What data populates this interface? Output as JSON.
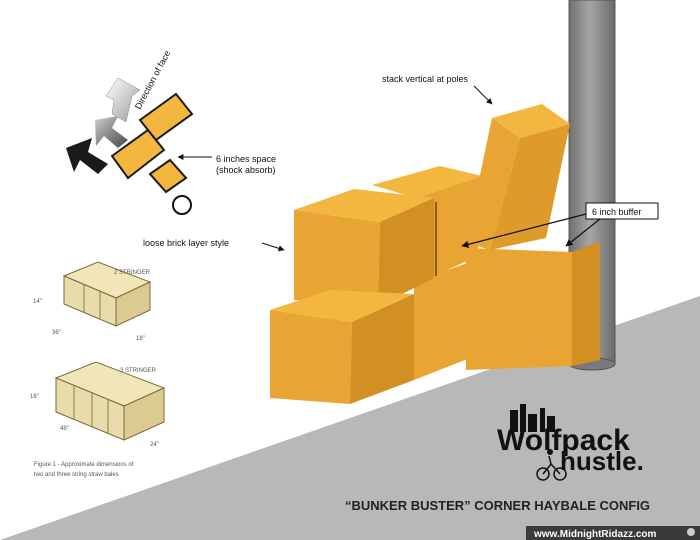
{
  "annotations": {
    "direction_of_face": "Direction of face",
    "six_inch_space_line1": "6 inches space",
    "six_inch_space_line2": "(shock absorb)",
    "stack_vertical": "stack vertical at poles",
    "six_inch_buffer": "6 inch buffer",
    "loose_brick": "loose brick layer style"
  },
  "inset": {
    "two_string_label": "2 STRINGER",
    "three_string_label": "3 STRINGER",
    "caption_line1": "Figure 1 - Approximate dimensions of",
    "caption_line2": "two and three string straw bales",
    "dim_top_height": "14\"",
    "dim_top_length": "36\"",
    "dim_top_width": "18\"",
    "dim_bottom_height": "16\"",
    "dim_bottom_length": "48\"",
    "dim_bottom_width": "24\""
  },
  "logo": {
    "word1": "Wolfpack",
    "word2": "hustle."
  },
  "title": "“BUNKER BUSTER” CORNER HAYBALE CONFIG",
  "footer_url": "www.MidnightRidazz.com",
  "colors": {
    "bale_top": "#F3B740",
    "bale_front": "#E9A533",
    "bale_side": "#D28F22",
    "bale_outline": "#1a1a1a",
    "ground": "#B8B8B8",
    "pole": "#8A8A8A"
  }
}
